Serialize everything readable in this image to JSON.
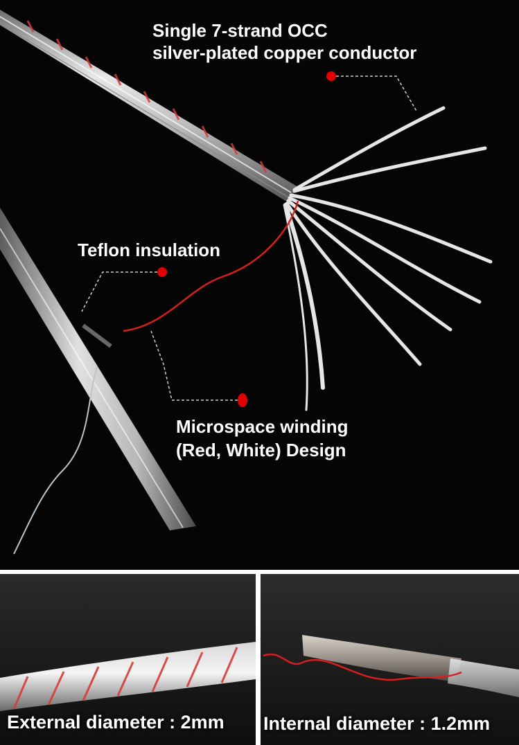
{
  "main": {
    "conductor_label_line1": "Single 7-strand OCC",
    "conductor_label_line2": "silver-plated copper conductor",
    "insulation_label": "Teflon insulation",
    "winding_label_line1": "Microspace winding",
    "winding_label_line2": "(Red, White) Design"
  },
  "bottom_left": {
    "caption": "External diameter : 2mm"
  },
  "bottom_right": {
    "caption": "Internal diameter : 1.2mm"
  },
  "colors": {
    "accent_red": "#e00000",
    "background": "#050505",
    "divider": "#ffffff"
  }
}
